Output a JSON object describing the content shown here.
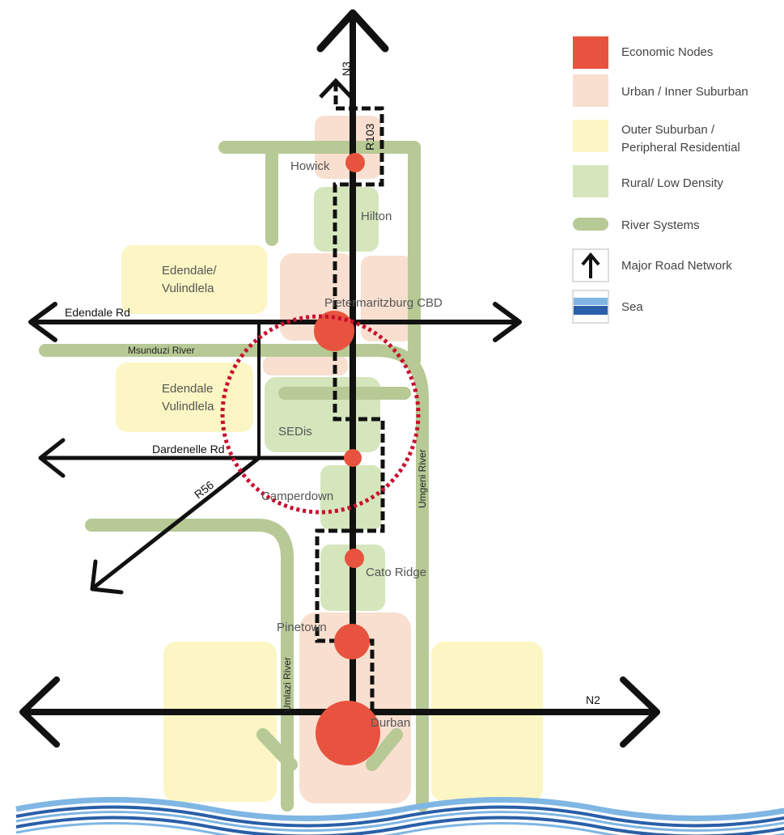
{
  "colors": {
    "economic_node": "#e8533f",
    "urban": "#f8dfd0",
    "outer_suburban": "#fbf6c4",
    "rural": "#d5e6bd",
    "river": "#b7c995",
    "road": "#111111",
    "study_area": "#c8102e",
    "sea_dark": "#2a5fa8",
    "sea_light": "#7fb6e3"
  },
  "legend": {
    "economic_nodes": "Economic Nodes",
    "urban": "Urban / Inner Suburban",
    "outer_suburban_line1": "Outer Suburban /",
    "outer_suburban_line2": "Peripheral Residential",
    "rural": "Rural/ Low Density",
    "river": "River Systems",
    "road": "Major Road Network",
    "sea": "Sea"
  },
  "places": {
    "howick": "Howick",
    "hilton": "Hilton",
    "edendale_top_line1": "Edendale/",
    "edendale_top_line2": "Vulindlela",
    "pmb_cbd": "Pietermaritzburg CBD",
    "edendale_mid_line1": "Edendale",
    "edendale_mid_line2": "Vulindlela",
    "sedis": "SEDis",
    "camperdown": "Camperdown",
    "cato_ridge": "Cato Ridge",
    "pinetown": "Pinetown",
    "durban": "Durban"
  },
  "roads": {
    "n3": "N3",
    "r103": "R103",
    "edendale_rd": "Edendale Rd",
    "dardenelle_rd": "Dardenelle Rd",
    "r56": "R56",
    "n2": "N2"
  },
  "rivers": {
    "msunduzi": "Msunduzi River",
    "umgeni": "Umgeni River",
    "umlazi": "Umlazi River"
  }
}
